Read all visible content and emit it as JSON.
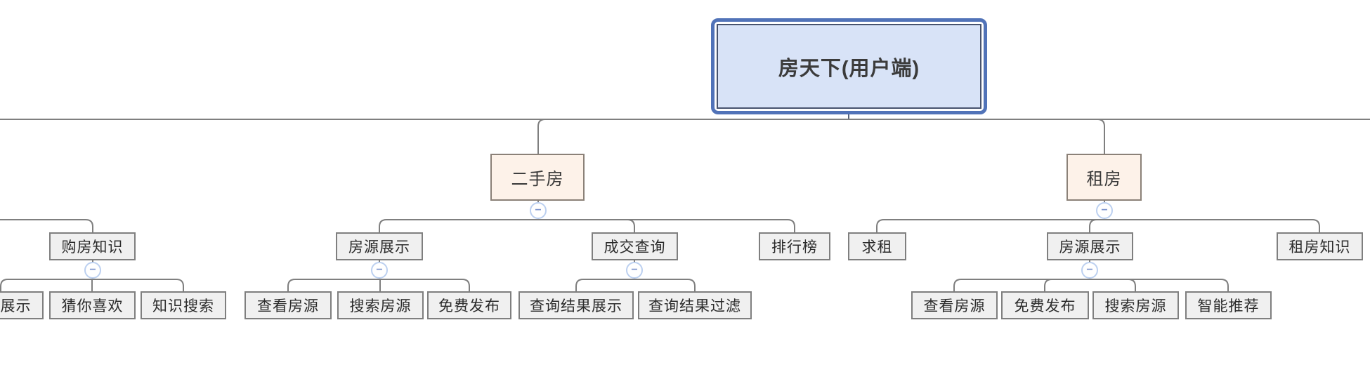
{
  "colors": {
    "root_border": "#5173b8",
    "root_fill": "#d8e3f7",
    "branch_fill": "#fdf2e9",
    "node_fill": "#f0f0f0",
    "line": "#7f7f7f",
    "collapse_border": "#bcd0f0",
    "collapse_glyph_color": "#7e95ce"
  },
  "icons": {
    "collapse_glyph": "−"
  },
  "tree": {
    "root": {
      "label": "房天下(用户端)"
    },
    "offscreen_branch": {
      "label": "购房知识",
      "children": [
        {
          "label": "知识展示"
        },
        {
          "label": "猜你喜欢"
        },
        {
          "label": "知识搜索"
        }
      ]
    },
    "branches": [
      {
        "label": "二手房",
        "children": [
          {
            "label": "房源展示",
            "children": [
              {
                "label": "查看房源"
              },
              {
                "label": "搜索房源"
              },
              {
                "label": "免费发布"
              }
            ]
          },
          {
            "label": "成交查询",
            "children": [
              {
                "label": "查询结果展示"
              },
              {
                "label": "查询结果过滤"
              }
            ]
          },
          {
            "label": "排行榜",
            "children": []
          }
        ]
      },
      {
        "label": "租房",
        "children": [
          {
            "label": "求租",
            "children": []
          },
          {
            "label": "房源展示",
            "children": [
              {
                "label": "查看房源"
              },
              {
                "label": "免费发布"
              },
              {
                "label": "搜索房源"
              },
              {
                "label": "智能推荐"
              }
            ]
          },
          {
            "label": "租房知识",
            "children": []
          }
        ]
      }
    ]
  }
}
